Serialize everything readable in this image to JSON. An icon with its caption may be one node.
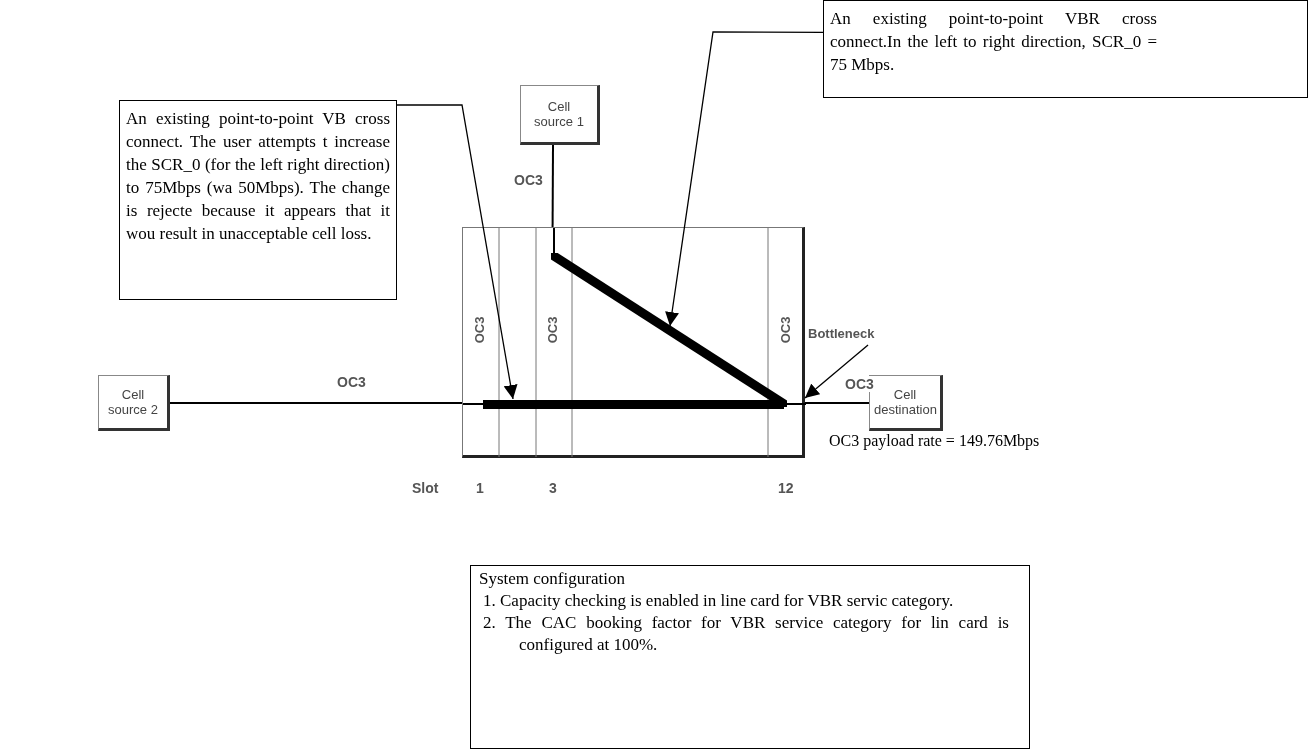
{
  "diagram": {
    "nodes": [
      {
        "text": [
          "An existing point-to-point VB cross connect. The user attempts t increase the SCR_0 (for the left right direction) to 75Mbps (wa 50Mbps). The change is rejecte because it appears that it wou result in unacceptable cell loss."
        ]
      },
      {
        "text": [
          "An existing point-to-point VBR cross connect.In the left to right direction, SCR_0 = 75 Mbps."
        ]
      },
      {
        "text": [
          "Cell source 1"
        ]
      },
      {
        "text": [],
        "shape": "box"
      },
      {
        "text": [],
        "shape": "bar",
        "in": 3
      },
      {
        "text": [],
        "shape": "bar",
        "in": 3
      },
      {
        "text": [
          "Cell source 2"
        ]
      },
      {
        "text": [
          "Cell destination"
        ],
        "beside": [
          "OC3 payload rate = 149.76Mbps"
        ]
      },
      {
        "text": [
          "Bottleneck"
        ]
      },
      {
        "text": [
          "System configuration",
          "1. Capacity checking is enabled in line card for VBR servic category.",
          "2. The CAC booking factor for VBR service category for lin card is configured at 100%."
        ]
      }
    ],
    "edges": [
      {
        "from": 6,
        "to": 3,
        "arrow": "none",
        "label": "OC3"
      },
      {
        "from": 2,
        "to": 3,
        "arrow": "none",
        "label": "OC3"
      },
      {
        "from": 3,
        "to": 7,
        "arrow": "none",
        "label": "OC3"
      },
      {
        "from": 0,
        "to": 4,
        "arrow": "to"
      },
      {
        "from": 1,
        "to": 5,
        "arrow": "to"
      },
      {
        "from": 8,
        "to": 3,
        "arrow": "to"
      }
    ],
    "labels": [
      "OC3",
      "OC3",
      "OC3",
      "Slot",
      "1",
      "3",
      "12"
    ]
  }
}
